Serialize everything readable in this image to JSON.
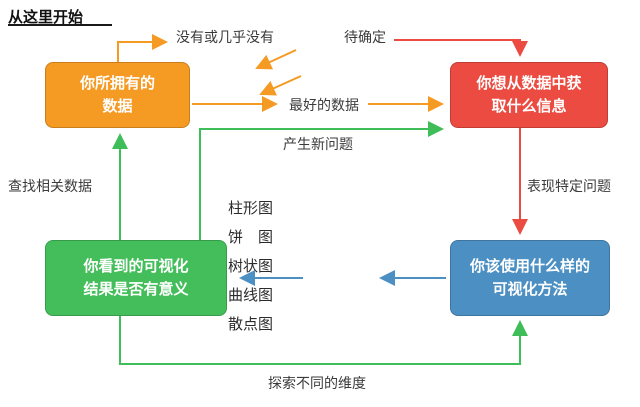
{
  "diagram": {
    "start_label": "从这里开始",
    "boxes": {
      "have_data": {
        "label": "你所拥有的\n数据",
        "color": "#F59A23"
      },
      "want_info": {
        "label": "你想从数据中获\n取什么信息",
        "color": "#EB4B41"
      },
      "meaningful": {
        "label": "你看到的可视化\n结果是否有意义",
        "color": "#44BE5B"
      },
      "method": {
        "label": "你该使用什么样的\n可视化方法",
        "color": "#4C8FC3"
      }
    },
    "edge_labels": {
      "none_or_few": "没有或几乎没有",
      "to_be_determined": "待确定",
      "best_data": "最好的数据",
      "new_questions": "产生新问题",
      "find_related_data": "查找相关数据",
      "show_specific_problems": "表现特定问题",
      "explore_dimensions": "探索不同的维度"
    },
    "chart_types": [
      "柱形图",
      "饼　图",
      "树状图",
      "曲线图",
      "散点图"
    ],
    "arrow_colors": {
      "black": "#1a1a1a",
      "orange": "#F59A23",
      "red": "#EB4B41",
      "green": "#3FBD58",
      "blue": "#4C8FC3"
    }
  }
}
